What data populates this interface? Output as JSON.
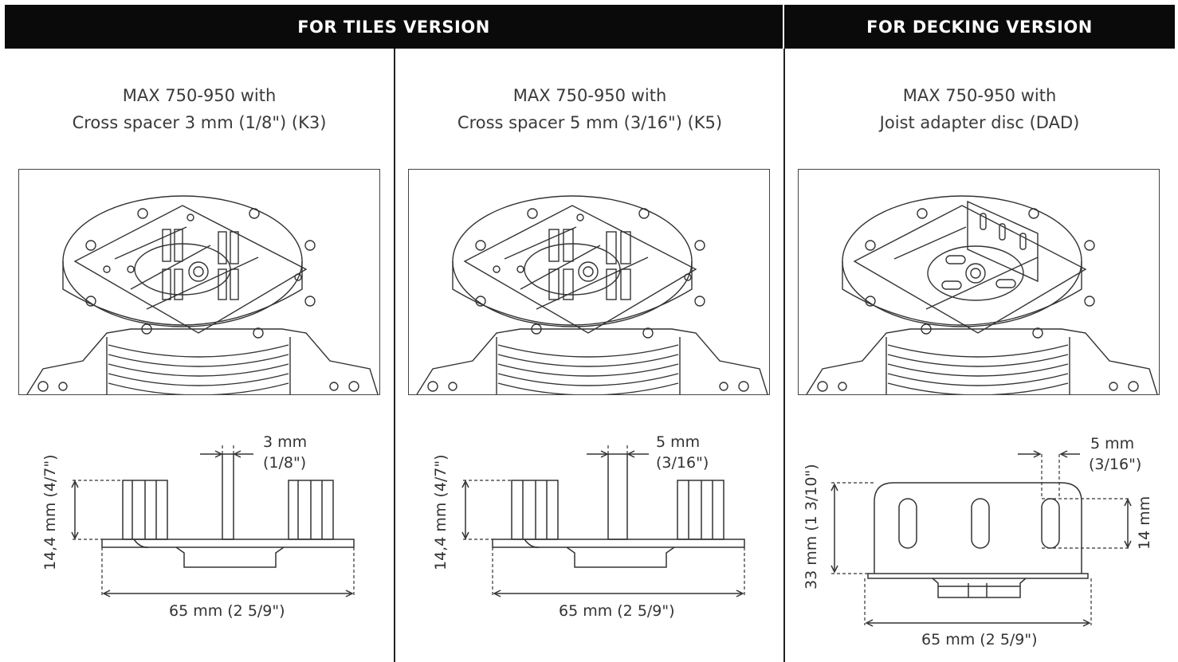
{
  "headers": {
    "tiles": "FOR TILES VERSION",
    "decking": "FOR DECKING VERSION"
  },
  "panels": [
    {
      "title_line1": "MAX 750-950 with",
      "title_line2": "Cross spacer 3 mm (1/8\") (K3)",
      "gap_value": "3 mm",
      "gap_imperial": "(1/8\")",
      "height_label": "14,4 mm (4/7\")",
      "width_label": "65 mm (2 5/9\")"
    },
    {
      "title_line1": "MAX 750-950 with",
      "title_line2": "Cross spacer 5 mm (3/16\") (K5)",
      "gap_value": "5 mm",
      "gap_imperial": "(3/16\")",
      "height_label": "14,4 mm (4/7\")",
      "width_label": "65 mm (2 5/9\")"
    },
    {
      "title_line1": "MAX 750-950 with",
      "title_line2": "Joist adapter disc (DAD)",
      "gap_value": "5 mm",
      "gap_imperial": "(3/16\")",
      "height_label": "33 mm (1 3/10\")",
      "slot_height_label": "14 mm",
      "width_label": "65 mm (2 5/9\")"
    }
  ]
}
